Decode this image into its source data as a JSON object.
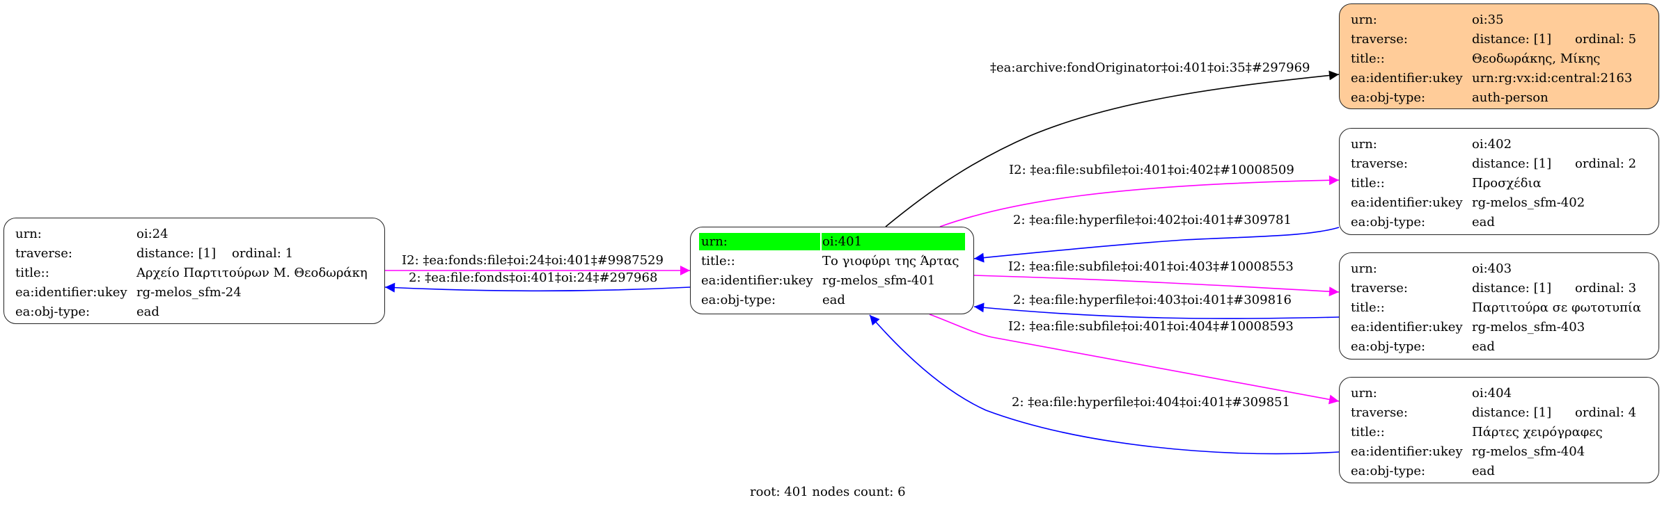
{
  "colors": {
    "subfile_edge": "#ff00ff",
    "hyperfile_edge": "#0000ff",
    "originator_edge": "#000000",
    "root_highlight": "#00ff00",
    "auth_node_fill": "#ffcc99"
  },
  "nodes": {
    "n24": {
      "urn_label": "urn:",
      "urn": "oi:24",
      "traverse_label": "traverse:",
      "distance": "distance: [1]",
      "ordinal": "ordinal: 1",
      "title_label": "title::",
      "title": "Αρχείο Παρτιτούρων Μ. Θεοδωράκη",
      "ukey_label": "ea:identifier:ukey",
      "ukey": "rg-melos_sfm-24",
      "type_label": "ea:obj-type:",
      "type": "ead"
    },
    "n401": {
      "urn_label": "urn:",
      "urn": "oi:401",
      "title_label": "title::",
      "title": "Το γιοφύρι της Άρτας",
      "ukey_label": "ea:identifier:ukey",
      "ukey": "rg-melos_sfm-401",
      "type_label": "ea:obj-type:",
      "type": "ead"
    },
    "n35": {
      "urn_label": "urn:",
      "urn": "oi:35",
      "traverse_label": "traverse:",
      "distance": "distance: [1]",
      "ordinal": "ordinal: 5",
      "title_label": "title::",
      "title": "Θεοδωράκης, Μίκης",
      "ukey_label": "ea:identifier:ukey",
      "ukey": "urn:rg:vx:id:central:2163",
      "type_label": "ea:obj-type:",
      "type": "auth-person"
    },
    "n402": {
      "urn_label": "urn:",
      "urn": "oi:402",
      "traverse_label": "traverse:",
      "distance": "distance: [1]",
      "ordinal": "ordinal: 2",
      "title_label": "title::",
      "title": "Προσχέδια",
      "ukey_label": "ea:identifier:ukey",
      "ukey": "rg-melos_sfm-402",
      "type_label": "ea:obj-type:",
      "type": "ead"
    },
    "n403": {
      "urn_label": "urn:",
      "urn": "oi:403",
      "traverse_label": "traverse:",
      "distance": "distance: [1]",
      "ordinal": "ordinal: 3",
      "title_label": "title::",
      "title": "Παρτιτούρα σε φωτοτυπία",
      "ukey_label": "ea:identifier:ukey",
      "ukey": "rg-melos_sfm-403",
      "type_label": "ea:obj-type:",
      "type": "ead"
    },
    "n404": {
      "urn_label": "urn:",
      "urn": "oi:404",
      "traverse_label": "traverse:",
      "distance": "distance: [1]",
      "ordinal": "ordinal: 4",
      "title_label": "title::",
      "title": "Πάρτες χειρόγραφες",
      "ukey_label": "ea:identifier:ukey",
      "ukey": "rg-melos_sfm-404",
      "type_label": "ea:obj-type:",
      "type": "ead"
    }
  },
  "edges": {
    "fonds_file_24_401": "I2: ‡ea:fonds:file‡oi:24‡oi:401‡#9987529",
    "file_fonds_401_24": "2: ‡ea:file:fonds‡oi:401‡oi:24‡#297968",
    "originator_401_35": "‡ea:archive:fondOriginator‡oi:401‡oi:35‡#297969",
    "subfile_401_402": "I2: ‡ea:file:subfile‡oi:401‡oi:402‡#10008509",
    "hyperfile_402_401": "2: ‡ea:file:hyperfile‡oi:402‡oi:401‡#309781",
    "subfile_401_403": "I2: ‡ea:file:subfile‡oi:401‡oi:403‡#10008553",
    "hyperfile_403_401": "2: ‡ea:file:hyperfile‡oi:403‡oi:401‡#309816",
    "subfile_401_404": "I2: ‡ea:file:subfile‡oi:401‡oi:404‡#10008593",
    "hyperfile_404_401": "2: ‡ea:file:hyperfile‡oi:404‡oi:401‡#309851"
  },
  "footer": "root: 401 nodes count: 6"
}
